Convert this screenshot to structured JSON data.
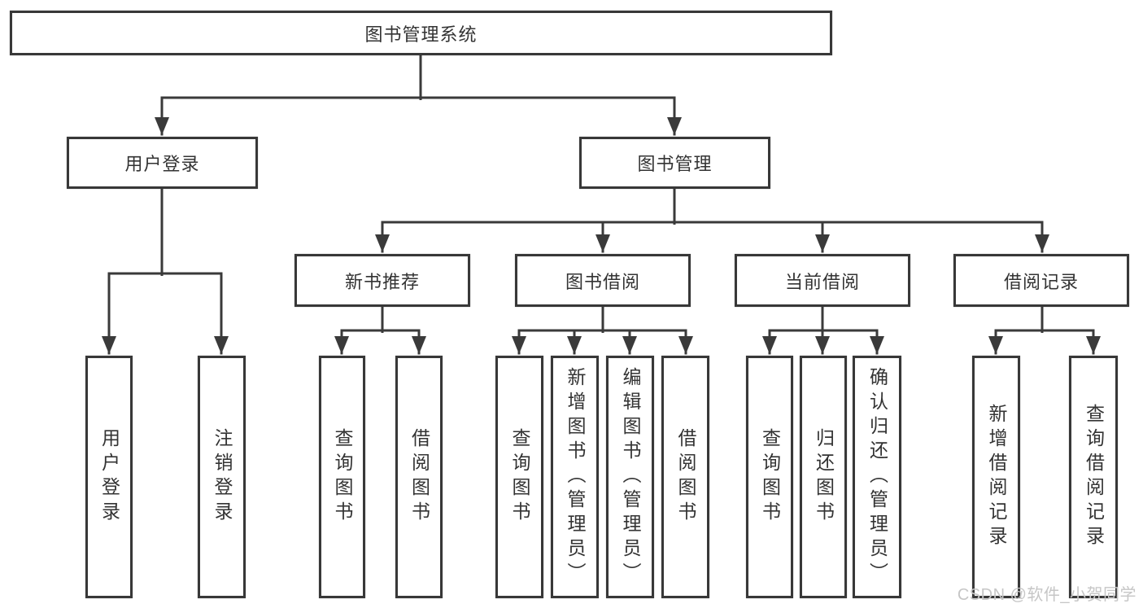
{
  "diagram": {
    "type": "hierarchy-tree",
    "background": "#ffffff",
    "line_color": "#3a3a3a",
    "box_border_color": "#383838",
    "text_color": "#333333",
    "watermark": {
      "text": "CSDN @软件_小贺同学",
      "color": "#c6c6c6"
    },
    "nodes": {
      "root": {
        "label": "图书管理系统"
      },
      "user_login": {
        "label": "用户登录"
      },
      "book_management": {
        "label": "图书管理"
      },
      "new_book_recommend": {
        "label": "新书推荐"
      },
      "book_borrowing": {
        "label": "图书借阅"
      },
      "current_borrowing": {
        "label": "当前借阅"
      },
      "borrowing_records": {
        "label": "借阅记录"
      },
      "user_login_leaf": {
        "label": "用户登录"
      },
      "logout_leaf": {
        "label": "注销登录"
      },
      "query_books_recommend": {
        "label": "查询图书"
      },
      "borrow_books_recommend": {
        "label": "借阅图书"
      },
      "query_books_borrowing": {
        "label": "查询图书"
      },
      "add_books_admin": {
        "label": "新增图书（管理员）"
      },
      "edit_books_admin": {
        "label": "编辑图书（管理员）"
      },
      "borrow_books_borrowing": {
        "label": "借阅图书"
      },
      "query_books_current": {
        "label": "查询图书"
      },
      "return_books": {
        "label": "归还图书"
      },
      "confirm_return_admin": {
        "label": "确认归还（管理员）"
      },
      "add_borrow_record": {
        "label": "新增借阅记录"
      },
      "query_borrow_record": {
        "label": "查询借阅记录"
      }
    },
    "hierarchy": {
      "root": [
        "user_login",
        "book_management"
      ],
      "user_login": [
        "user_login_leaf",
        "logout_leaf"
      ],
      "book_management": [
        "new_book_recommend",
        "book_borrowing",
        "current_borrowing",
        "borrowing_records"
      ],
      "new_book_recommend": [
        "query_books_recommend",
        "borrow_books_recommend"
      ],
      "book_borrowing": [
        "query_books_borrowing",
        "add_books_admin",
        "edit_books_admin",
        "borrow_books_borrowing"
      ],
      "current_borrowing": [
        "query_books_current",
        "return_books",
        "confirm_return_admin"
      ],
      "borrowing_records": [
        "add_borrow_record",
        "query_borrow_record"
      ]
    }
  }
}
